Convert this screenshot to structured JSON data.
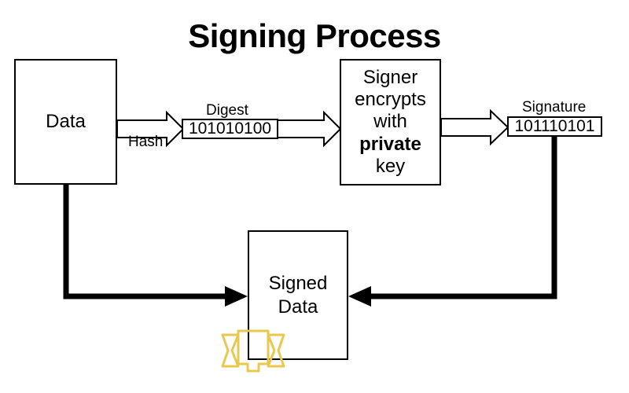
{
  "diagram": {
    "title": "Signing Process",
    "background_color": "#ffffff",
    "stroke_color": "#000000",
    "watermark_color": "#e9c84e",
    "nodes": {
      "data": {
        "label": "Data"
      },
      "digest": {
        "caption": "Digest",
        "value": "101010100"
      },
      "signer": {
        "line1": "Signer",
        "line2": "encrypts",
        "line3": "with",
        "line4": "private",
        "line5": "key"
      },
      "signature": {
        "caption": "Signature",
        "value": "101110101"
      },
      "signed_data": {
        "line1": "Signed",
        "line2": "Data"
      }
    },
    "edges": {
      "hash_label": "Hash"
    },
    "watermark": {
      "icon": "ribbon-banner-logo"
    }
  }
}
